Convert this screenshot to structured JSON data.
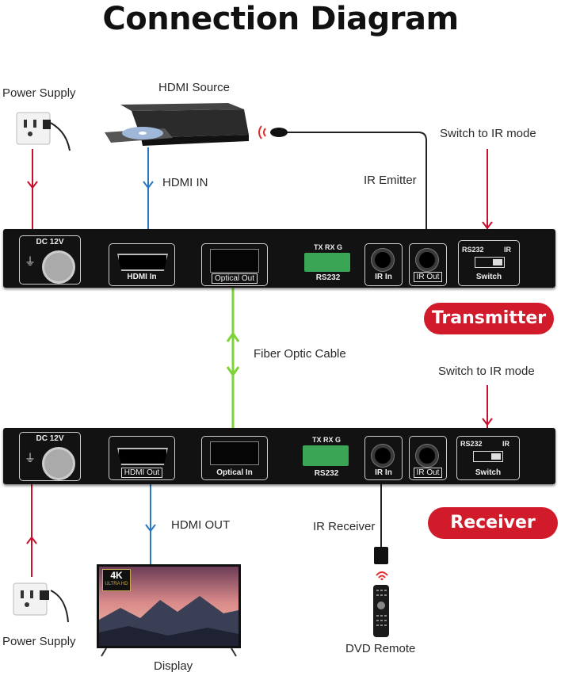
{
  "title": "Connection Diagram",
  "labels": {
    "power_supply_top": "Power Supply",
    "hdmi_source": "HDMI Source",
    "hdmi_in": "HDMI IN",
    "ir_emitter": "IR Emitter",
    "switch_ir_top": "Switch to IR mode",
    "fiber_optic": "Fiber Optic Cable",
    "switch_ir_bottom": "Switch to IR mode",
    "hdmi_out": "HDMI OUT",
    "ir_receiver": "IR Receiver",
    "power_supply_bottom": "Power Supply",
    "display": "Display",
    "dvd_remote": "DVD Remote",
    "tv_badge_main": "4K",
    "tv_badge_sub": "ULTRA HD"
  },
  "transmitter": {
    "badge": "Transmitter",
    "dc": "DC 12V",
    "hdmi": "HDMI In",
    "optical": "Optical Out",
    "rs232_pins": "TX  RX  G",
    "rs232": "RS232",
    "ir_in": "IR In",
    "ir_out": "IR Out",
    "switch_left": "RS232",
    "switch_right": "IR",
    "switch": "Switch"
  },
  "receiver": {
    "badge": "Receiver",
    "dc": "DC 12V",
    "hdmi": "HDMI Out",
    "optical": "Optical In",
    "rs232_pins": "TX  RX  G",
    "rs232": "RS232",
    "ir_in": "IR In",
    "ir_out": "IR Out",
    "switch_left": "RS232",
    "switch_right": "IR",
    "switch": "Switch"
  },
  "colors": {
    "power_line": "#c8102e",
    "hdmi_line": "#2a78c2",
    "fiber_line": "#7ed23a",
    "badge": "#d11a2a"
  }
}
